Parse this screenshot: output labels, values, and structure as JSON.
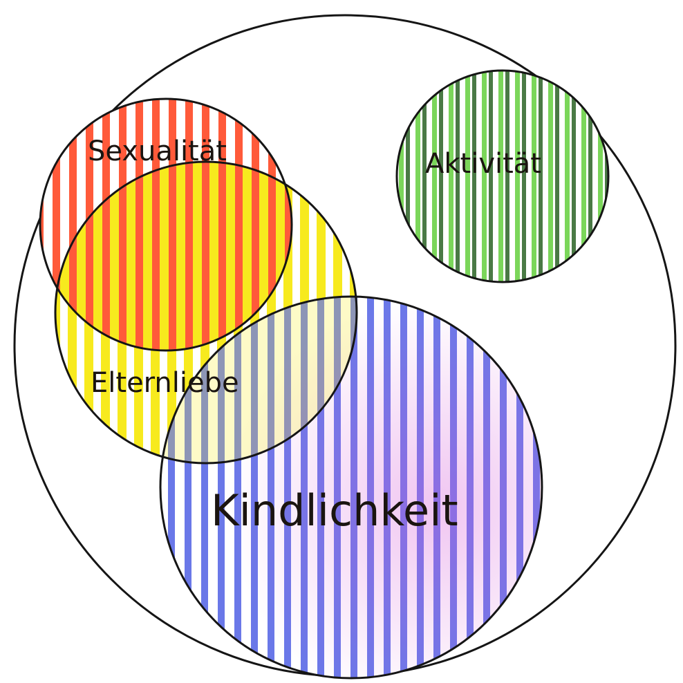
{
  "colors": {
    "background": "#ffffff",
    "outline": "#151515",
    "yellow": "#f7ea1e",
    "red": "#ff5a3a",
    "green": "#7bd65a",
    "green_dark": "#4a7a45",
    "blue": "#6a78e8",
    "magenta": "#d45ad8"
  },
  "diagram": {
    "sexualitaet": "Sexualität",
    "elternliebe": "Elternliebe",
    "aktivitaet": "Aktivität",
    "kindlichkeit": "Kindlichkeit"
  }
}
